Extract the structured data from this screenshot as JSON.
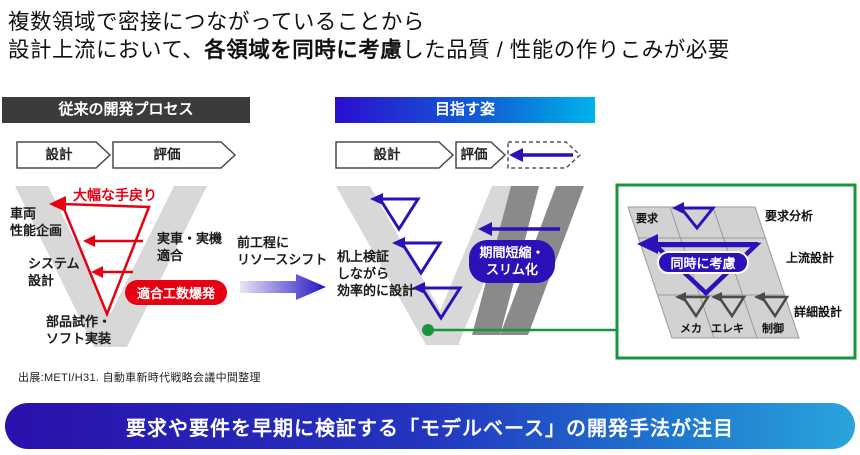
{
  "title": {
    "line1": "複数領域で密接につながっていることから",
    "line2_pre": "設計上流において、",
    "line2_bold": "各領域を同時に考慮",
    "line2_post": "した品質 / 性能の作りこみが必要"
  },
  "left_panel": {
    "header": "従来の開発プロセス",
    "chevron_design": "設計",
    "chevron_eval": "評価",
    "rework_label": "大幅な手戻り",
    "label_vehicle": "車両\n性能企画",
    "label_system": "システム\n設計",
    "label_parts": "部品試作・\nソフト実装",
    "label_fitting": "実車・実機\n適合",
    "badge_explosion": "適合工数爆発"
  },
  "middle": {
    "shift_label": "前工程に\nリソースシフト"
  },
  "right_panel": {
    "header": "目指す姿",
    "chevron_design": "設計",
    "chevron_eval": "評価",
    "label_desk": "机上検証\nしながら\n効率的に設計",
    "badge_slim": "期間短縮・\nスリム化"
  },
  "detail_box": {
    "label_req": "要求",
    "label_req_analysis": "要求分析",
    "label_upstream": "上流設計",
    "label_detail": "詳細設計",
    "badge_simultaneous": "同時に考慮",
    "col_mecha": "メカ",
    "col_elec": "エレキ",
    "col_control": "制御"
  },
  "source_note": "出展:METI/H31. 自動車新時代戦略会議中間整理",
  "bottom_banner": "要求や要件を早期に検証する「モデルベース」の開発手法が注目",
  "colors": {
    "red": "#e60012",
    "indigo": "#2a12b8",
    "green": "#1b9442",
    "dark_banner": "#3b3b3b",
    "light_v": "#d8d8d8",
    "dark_v": "#8a8a8a",
    "header_gradient_start": "#2b0fd0",
    "header_gradient_end": "#00b3e8",
    "bottom_gradient_start": "#2a10ac",
    "bottom_gradient_end": "#2aa4dc"
  }
}
